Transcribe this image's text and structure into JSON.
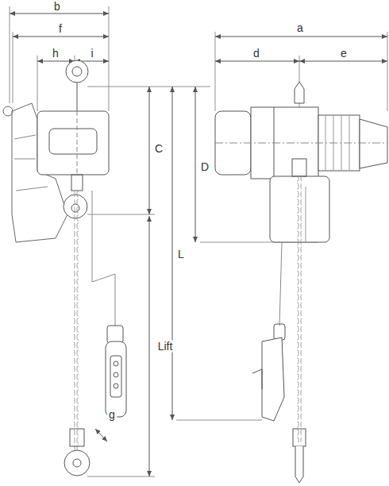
{
  "diagram": {
    "labels": [
      "b",
      "f",
      "h",
      "i",
      "a",
      "d",
      "e",
      "C",
      "D",
      "L",
      "Lift",
      "g"
    ]
  }
}
